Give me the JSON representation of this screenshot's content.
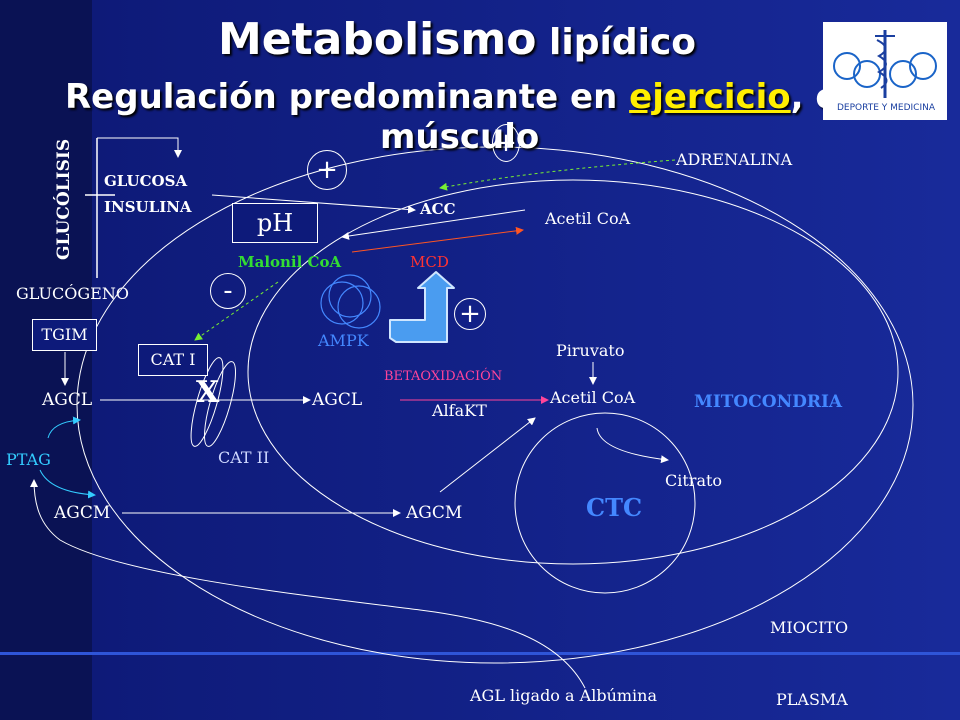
{
  "title": {
    "main": "Metabolismo",
    "main_small": " lipídico",
    "line2_pre": "Regulación predominante en ",
    "line2_highlight": "ejercicio",
    "line2_post": ", en",
    "line3": "músculo"
  },
  "logo": {
    "text": "DEPORTE Y MEDICINA",
    "icon": "caduceus-rings-icon",
    "ring_color": "#1a64c8",
    "text_color": "#1a3fa0"
  },
  "labels": {
    "glucolisis": "GLUCÓLISIS",
    "glucosa": "GLUCOSA",
    "insulina": "INSULINA",
    "glucogeno": "GLUCÓGENO",
    "tgim": "TGIM",
    "cat1": "CAT I",
    "cat2": "CAT II",
    "agcl_left": "AGCL",
    "agcl_mid": "AGCL",
    "agcm_left": "AGCM",
    "agcm_mid": "AGCM",
    "ptag": "PTAG",
    "ph": "pH",
    "acc": "ACC",
    "acetil_coa_top": "Acetil CoA",
    "malonil_coa": "Malonil CoA",
    "mcd": "MCD",
    "ampk": "AMPK",
    "adrenalina": "ADRENALINA",
    "piruvato": "Piruvato",
    "acetil_coa_mito": "Acetil CoA",
    "betaoxidacion": "BETAOXIDACIÓN",
    "alfakt": "AlfaKT",
    "mitocondria": "MITOCONDRIA",
    "citrato": "Citrato",
    "ctc": "CTC",
    "miocito": "MIOCITO",
    "plasma": "PLASMA",
    "agl_albumina": "AGL ligado a Albúmina",
    "plus_1": "+",
    "plus_2": "+",
    "plus_3": "+",
    "minus_1": "-",
    "block": "X"
  },
  "colors": {
    "malonil": "#33dd33",
    "mcd": "#ff3333",
    "ampk": "#4488ff",
    "beta": "#ff4499",
    "ptag": "#33ccff",
    "highlight": "#ffee00",
    "ctc": "#4488ff",
    "mito": "#4488ff",
    "green_arrow": "#77ee33",
    "orange_arrow": "#ff5522"
  }
}
